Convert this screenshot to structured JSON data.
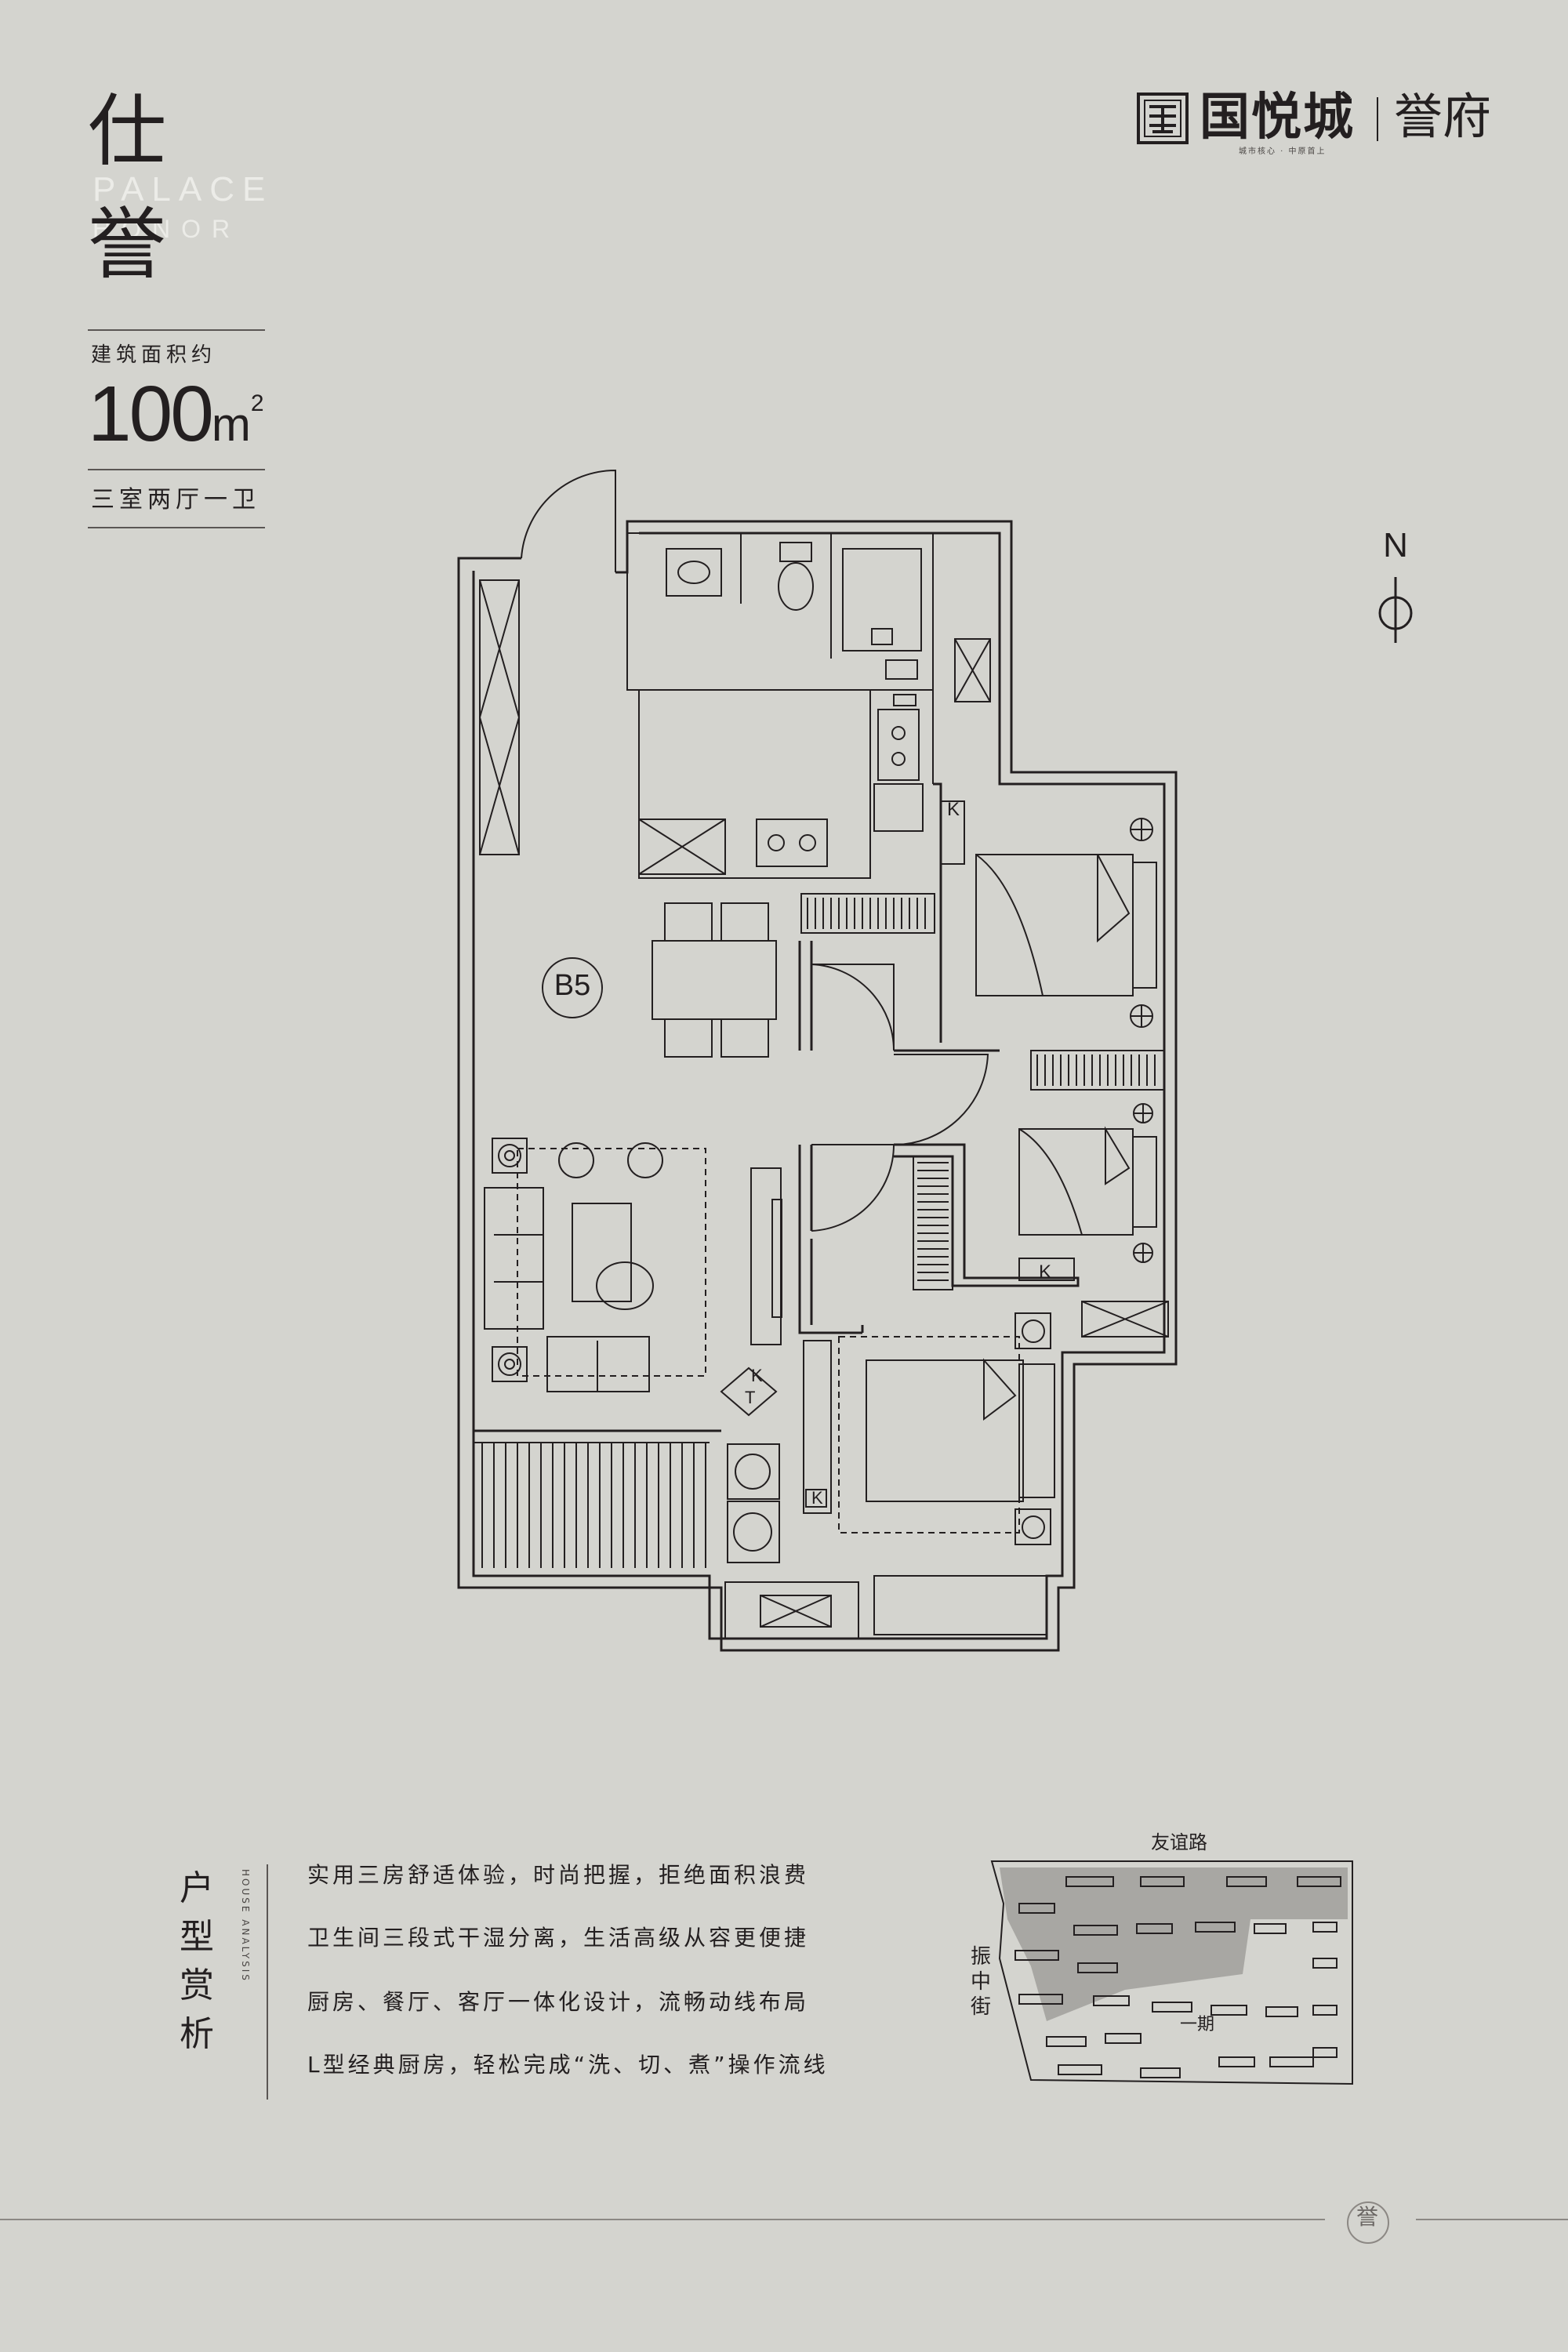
{
  "header": {
    "title_chars": [
      "仕",
      "誉"
    ],
    "watermark": [
      "PALACE",
      "HONOR"
    ],
    "area_label": "建筑面积约",
    "area_value": "100",
    "area_unit": "m",
    "area_unit_superscript": "2",
    "layout_type": "三室两厅一卫"
  },
  "brand": {
    "name": "国悦城",
    "slogan": "城市核心 · 中原首上",
    "project": "誉府"
  },
  "compass": {
    "label": "N"
  },
  "floorplan": {
    "unit_tag": "B5",
    "annotations": [
      "K",
      "T"
    ]
  },
  "analysis": {
    "title_chars": [
      "户",
      "型",
      "赏",
      "析"
    ],
    "subtitle": "HOUSE ANALYSIS",
    "features": [
      "实用三房舒适体验，时尚把握，拒绝面积浪费",
      "卫生间三段式干湿分离，生活高级从容更便捷",
      "厨房、餐厅、客厅一体化设计，流畅动线布局",
      "L型经典厨房，轻松完成“洗、切、煮”操作流线"
    ]
  },
  "site_map": {
    "road_north": "友谊路",
    "road_west": "振中街",
    "phase_label": "一期"
  },
  "footer": {
    "emblem": "誉"
  },
  "colors": {
    "background": "#d4d4cf",
    "ink": "#231f20",
    "watermark": "#ecece8",
    "site_highlight": "#a8a7a3"
  }
}
